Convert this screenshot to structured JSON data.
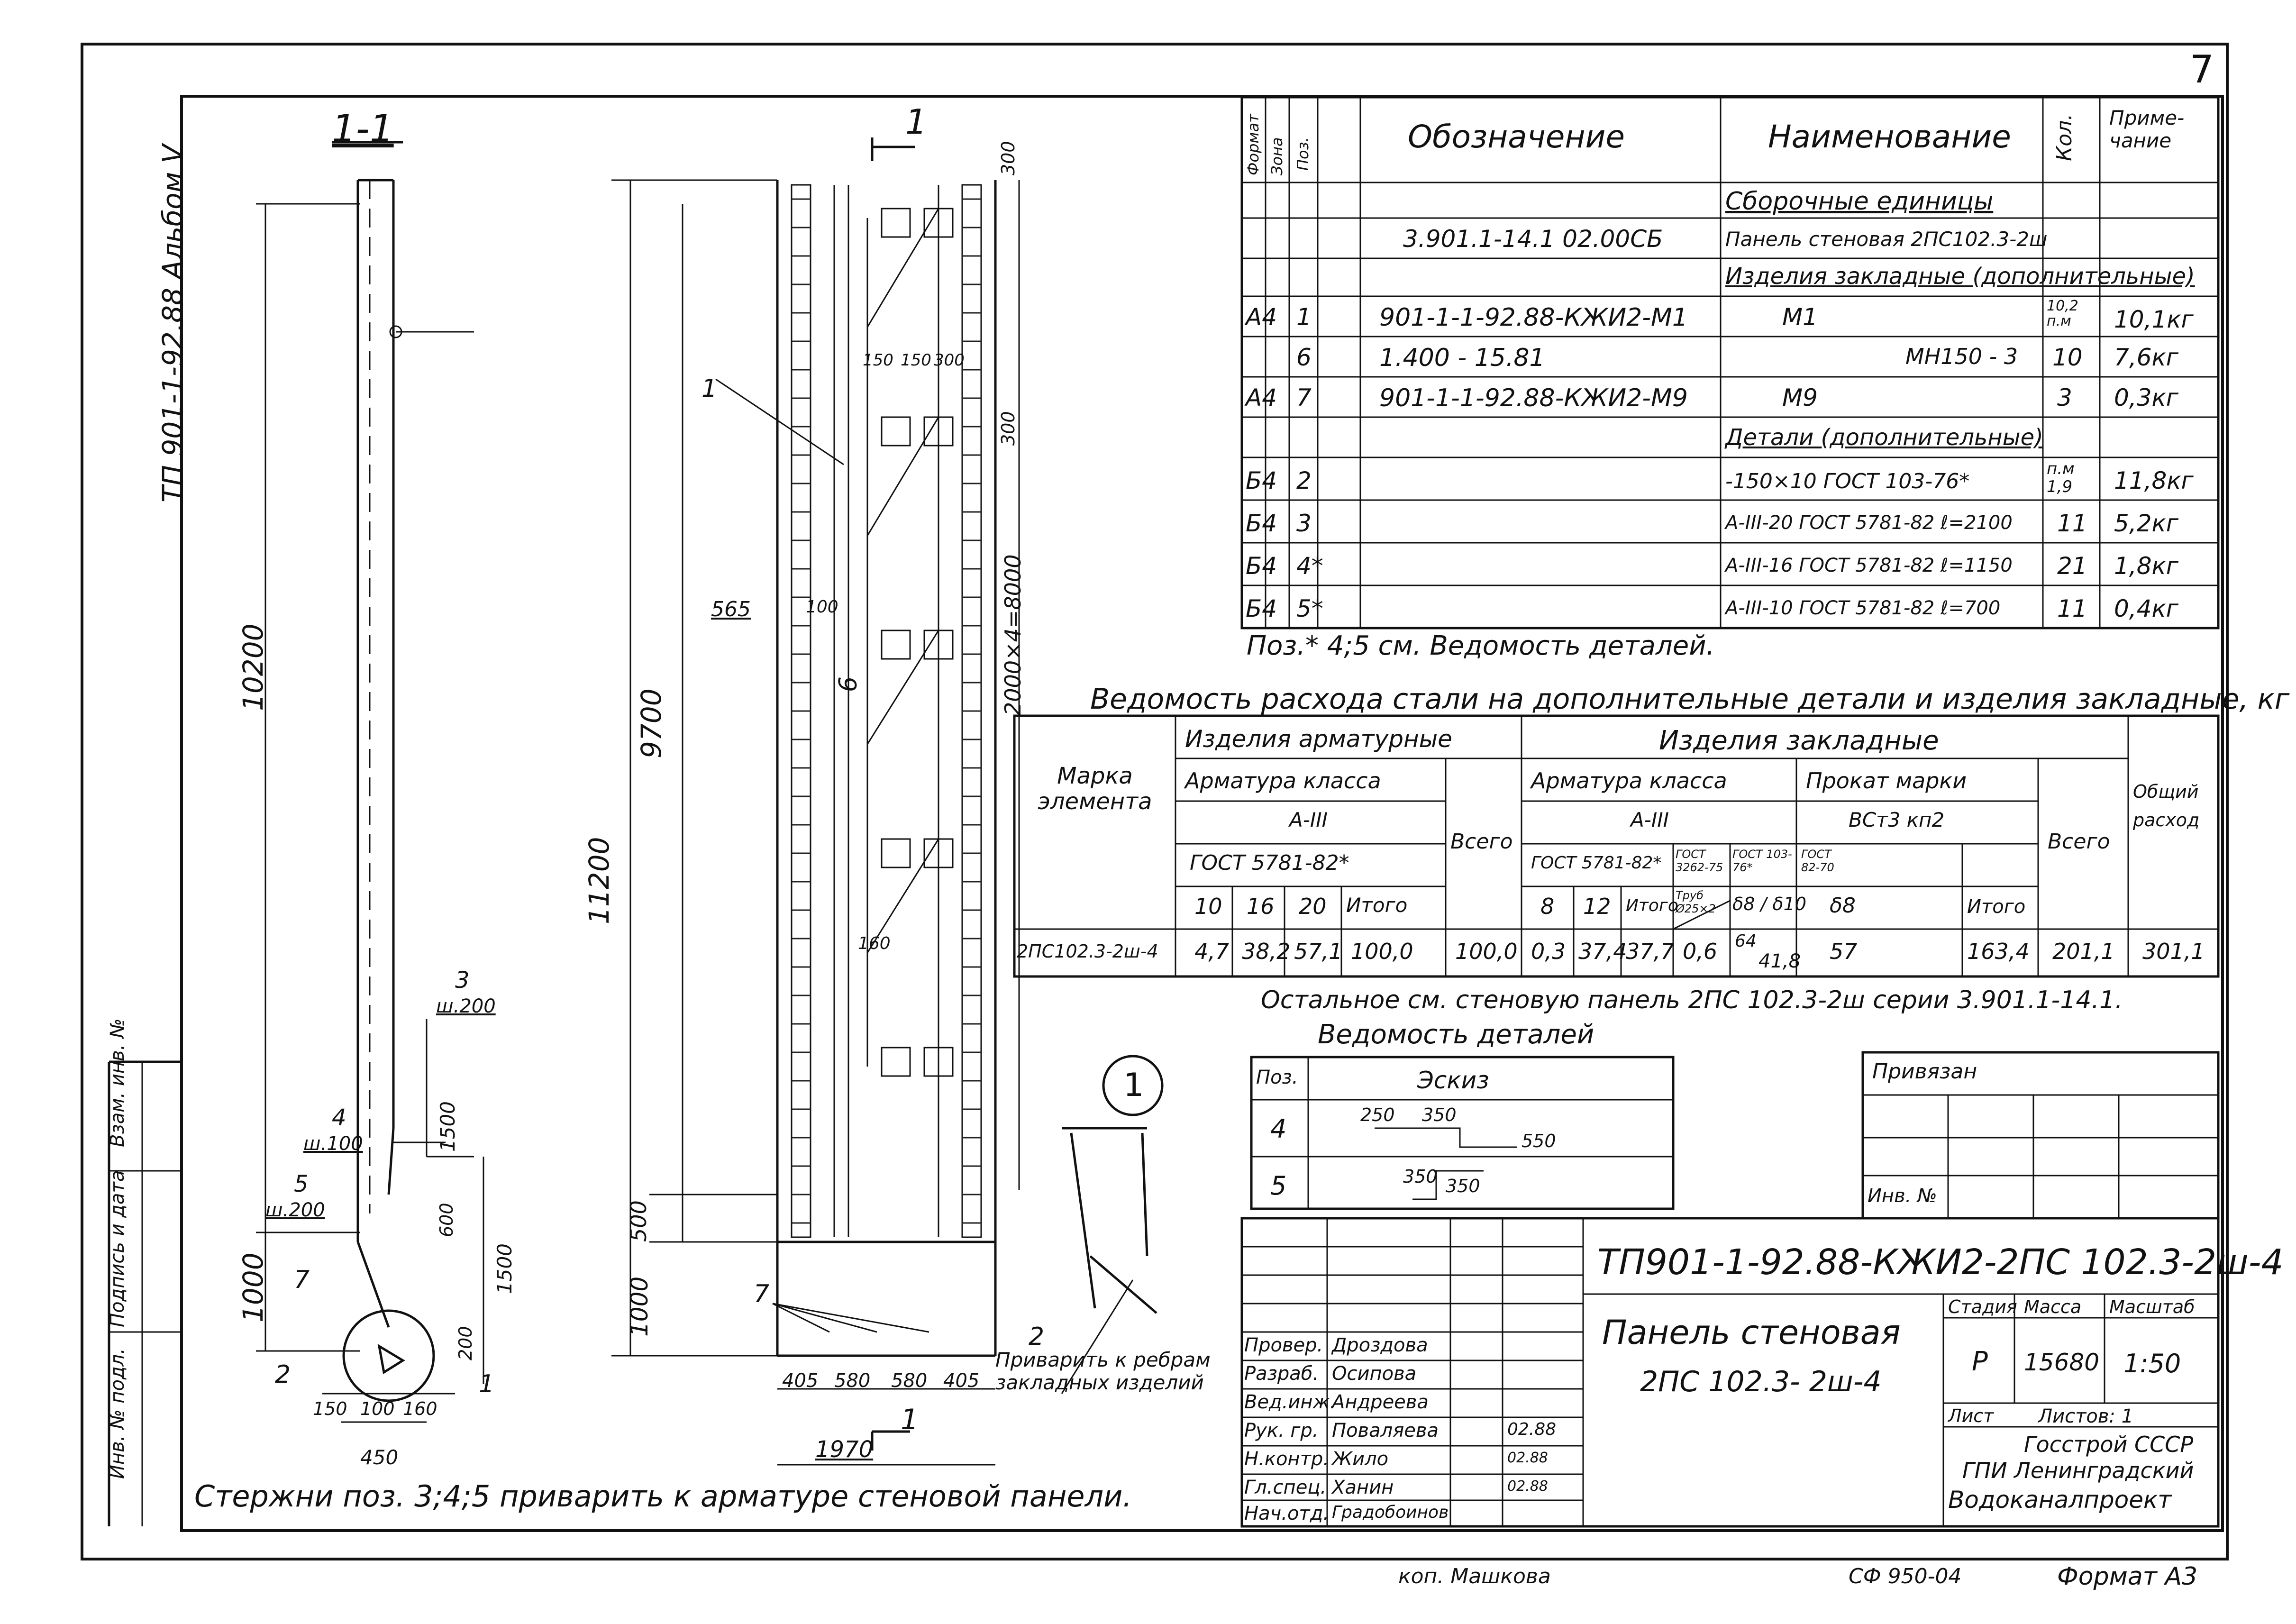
{
  "sheet_number": "7",
  "album_label": "ТП 901-1-92.88  Альбом V",
  "section_1_1": "1-1",
  "section_mark": "1",
  "left_side_labels": [
    "Инв. № подл.",
    "Подпись и дата",
    "Взам. инв. №"
  ],
  "section_dims": {
    "d10200": "10200",
    "d1000": "1000",
    "d150": "150",
    "d100": "100",
    "d160": "160",
    "d450": "450",
    "d1500a": "1500",
    "d600": "600",
    "d1500b": "1500",
    "d200": "200",
    "d9700": "9700",
    "d11200": "11200",
    "d500": "500",
    "d1000b": "1000",
    "d300a": "300",
    "d300b": "300",
    "d2000x4": "2000×4=8000",
    "d565": "565",
    "d100b": "100",
    "d150b": "150",
    "d150c": "150",
    "d300c": "300",
    "d160b": "160",
    "d405a": "405",
    "d580a": "580",
    "d580b": "580",
    "d405b": "405",
    "d1970": "1970"
  },
  "callouts": {
    "c3": "3",
    "c3w": "ш.200",
    "c4": "4",
    "c4w": "ш.100",
    "c5": "5",
    "c5w": "ш.200",
    "c7": "7",
    "c2": "2",
    "c1": "1",
    "p1": "1",
    "p6": "6",
    "p7": "7",
    "p2": "2",
    "node": "1"
  },
  "weld_note": "Приварить к ребрам закладных изделий",
  "bottom_note": "Стержни  поз. 3;4;5 приварить к арматуре стеновой панели.",
  "spec_table": {
    "headers": {
      "format": "Формат",
      "zone": "Зона",
      "pos": "Поз.",
      "designation": "Обозначение",
      "name": "Наименование",
      "qty": "Кол.",
      "note": "Приме-\nчание"
    },
    "rows": [
      {
        "format": "",
        "pos": "",
        "designation": "",
        "name": "Сборочные  единицы",
        "qty": "",
        "note": ""
      },
      {
        "format": "",
        "pos": "",
        "designation": "3.901.1-14.1   02.00СБ",
        "name": "Панель стеновая 2ПС102.3-2ш",
        "qty": "",
        "note": ""
      },
      {
        "format": "",
        "pos": "",
        "designation": "",
        "name": "Изделия закладные (дополнительные)",
        "qty": "",
        "note": ""
      },
      {
        "format": "А4",
        "pos": "1",
        "designation": "901-1-1-92.88-КЖИ2-М1",
        "name": "М1",
        "qty": "10,2 п.м",
        "note": "10,1кг"
      },
      {
        "format": "",
        "pos": "6",
        "designation": "1.400 - 15.81",
        "name": "МН150 - 3",
        "qty": "10",
        "note": "7,6кг"
      },
      {
        "format": "А4",
        "pos": "7",
        "designation": "901-1-1-92.88-КЖИ2-М9",
        "name": "М9",
        "qty": "3",
        "note": "0,3кг"
      },
      {
        "format": "",
        "pos": "",
        "designation": "",
        "name": "Детали (дополнительные)",
        "qty": "",
        "note": ""
      },
      {
        "format": "Б4",
        "pos": "2",
        "designation": "",
        "name": "-150×10 ГОСТ 103-76*",
        "qty": "п.м 1,9",
        "note": "11,8кг"
      },
      {
        "format": "Б4",
        "pos": "3",
        "designation": "",
        "name": "А-III-20 ГОСТ 5781-82  ℓ=2100",
        "qty": "11",
        "note": "5,2кг"
      },
      {
        "format": "Б4",
        "pos": "4*",
        "designation": "",
        "name": "А-III-16 ГОСТ 5781-82  ℓ=1150",
        "qty": "21",
        "note": "1,8кг"
      },
      {
        "format": "Б4",
        "pos": "5*",
        "designation": "",
        "name": "А-III-10 ГОСТ 5781-82  ℓ=700",
        "qty": "11",
        "note": "0,4кг"
      }
    ],
    "footnote": "Поз.* 4;5 см. Ведомость деталей."
  },
  "steel_table": {
    "title": "Ведомость расхода стали на дополнительные детали и изделия закладные, кг",
    "h_mark": "Марка элемента",
    "h_arm": "Изделия арматурные",
    "h_emb": "Изделия  закладные",
    "h_class_a": "Арматура  класса",
    "h_class_b": "Арматура класса",
    "h_prokat": "Прокат  марки",
    "h_a3": "А-III",
    "h_a3b": "А-III",
    "h_vst": "ВСт3 кп2",
    "h_gost_a": "ГОСТ 5781-82*",
    "h_gost_b": "ГОСТ 5781-82*",
    "h_gost_c": "ГОСТ 3262-75",
    "h_gost_d": "ГОСТ 103-76*",
    "h_gost_e": "ГОСТ 82-70",
    "h_total_a": "Всего",
    "h_total_b": "Всего",
    "h_general": "Общий расход",
    "sub_a": [
      "10",
      "16",
      "20",
      "Итого"
    ],
    "sub_b": [
      "8",
      "12",
      "Итого",
      "Труб Ø25×2",
      "δ8 / δ10",
      "δ8",
      "Итого"
    ],
    "row": {
      "mark": "2ПС102.3-2ш-4",
      "v10": "4,7",
      "v16": "38,2",
      "v20": "57,1",
      "sum_a": "100,0",
      "total_a": "100,0",
      "v8": "0,3",
      "v12": "37,4",
      "sum_b": "37,7",
      "tube": "0,6",
      "d8_10a": "64",
      "d8_10b": "41,8",
      "d8": "57",
      "sum_c": "163,4",
      "total_b": "201,1",
      "general": "301,1"
    },
    "note": "Остальное см. стеновую панель 2ПС 102.3-2ш серии 3.901.1-14.1."
  },
  "details_table": {
    "title": "Ведомость деталей",
    "h_pos": "Поз.",
    "h_sketch": "Эскиз",
    "rows": [
      {
        "pos": "4",
        "a": "250",
        "b": "350",
        "c": "550"
      },
      {
        "pos": "5",
        "a": "350",
        "b": "350",
        "c": ""
      }
    ]
  },
  "attached": {
    "label": "Привязан",
    "inv": "Инв. №"
  },
  "title_block": {
    "code": "ТП901-1-92.88-КЖИ2-2ПС 102.3-2ш-4",
    "name1": "Панель  стеновая",
    "name2": "2ПС 102.3- 2ш-4",
    "stage_h": "Стадия",
    "mass_h": "Масса",
    "scale_h": "Масштаб",
    "stage": "Р",
    "mass": "15680",
    "scale": "1:50",
    "sheet": "Лист",
    "sheets": "Листов: 1",
    "org1": "Госстрой СССР",
    "org2": "ГПИ Ленинградский",
    "org3": "Водоканалпроект",
    "staff": [
      {
        "role": "Провер.",
        "name": "Дроздова",
        "date": ""
      },
      {
        "role": "Разраб.",
        "name": "Осипова",
        "date": ""
      },
      {
        "role": "Вед.инж.",
        "name": "Андреева",
        "date": ""
      },
      {
        "role": "Рук. гр.",
        "name": "Поваляева",
        "date": "02.88"
      },
      {
        "role": "Н.контр.",
        "name": "Жило",
        "date": "02.88"
      },
      {
        "role": "Гл.спец.",
        "name": "Ханин",
        "date": "02.88"
      },
      {
        "role": "Нач.отд.",
        "name": "Градобоинов",
        "date": ""
      }
    ]
  },
  "copier": "коп. Машкова",
  "cf_code": "СФ 950-04",
  "format": "Формат А3"
}
